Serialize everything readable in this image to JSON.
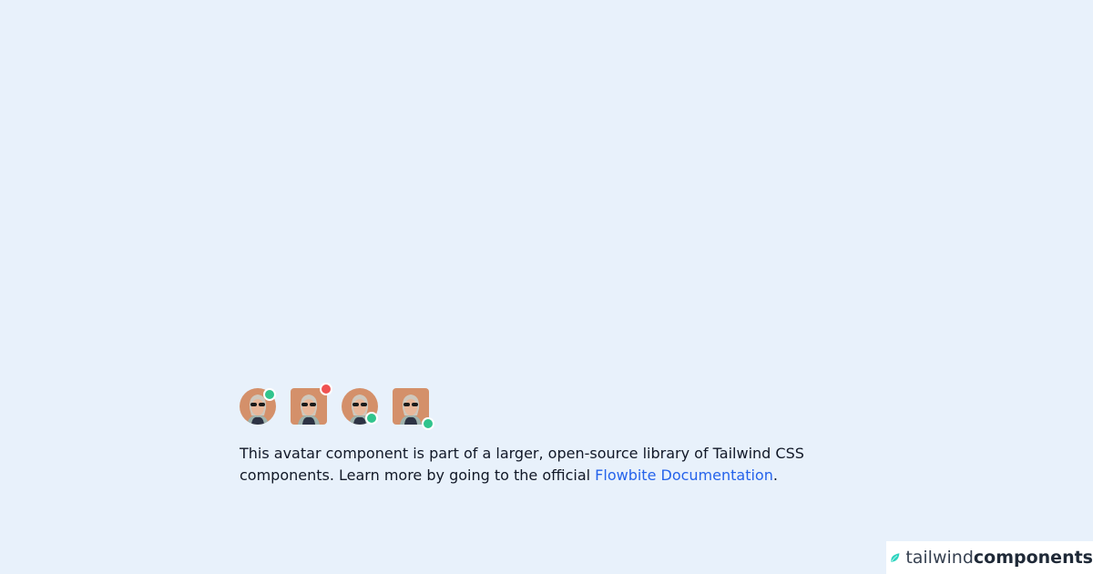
{
  "avatars": [
    {
      "shape": "round",
      "status": "online",
      "status_color": "#31c48d"
    },
    {
      "shape": "square",
      "status": "offline",
      "status_color": "#f05252"
    },
    {
      "shape": "round",
      "status": "online",
      "status_color": "#31c48d"
    },
    {
      "shape": "square",
      "status": "online",
      "status_color": "#31c48d"
    }
  ],
  "description": {
    "text": "This avatar component is part of a larger, open-source library of Tailwind CSS components. Learn more by going to the official ",
    "link_label": "Flowbite Documentation",
    "suffix": "."
  },
  "brand": {
    "light": "tailwind",
    "bold": "components",
    "accent": "#2dd4bf"
  }
}
